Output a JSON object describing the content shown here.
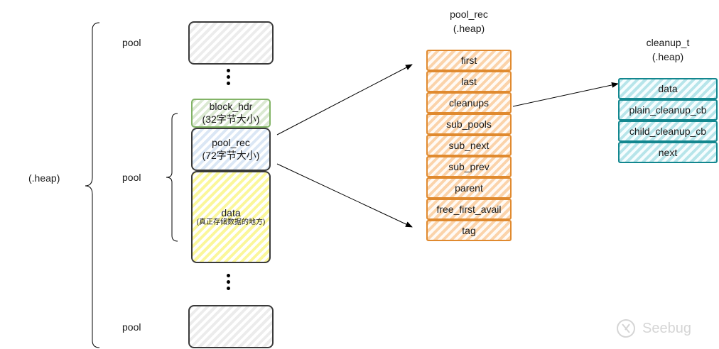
{
  "left": {
    "heap_label": "(.heap)",
    "pool_labels": [
      "pool",
      "pool",
      "pool"
    ],
    "block_hdr": {
      "name": "block_hdr",
      "size": "(32字节大小)"
    },
    "pool_rec": {
      "name": "pool_rec",
      "size": "(72字节大小)"
    },
    "data": {
      "name": "data",
      "note": "(真正存储数据的地方)"
    }
  },
  "pool_rec_struct": {
    "title": "pool_rec",
    "subtitle": "(.heap)",
    "color": "#e08a2f",
    "fields": [
      "first",
      "last",
      "cleanups",
      "sub_pools",
      "sub_next",
      "sub_prev",
      "parent",
      "free_first_avail",
      "tag"
    ]
  },
  "cleanup_struct": {
    "title": "cleanup_t",
    "subtitle": "(.heap)",
    "color": "#13878f",
    "fields": [
      "data",
      "plain_cleanup_cb",
      "child_cleanup_cb",
      "next"
    ]
  },
  "watermark": {
    "text": "Seebug"
  }
}
